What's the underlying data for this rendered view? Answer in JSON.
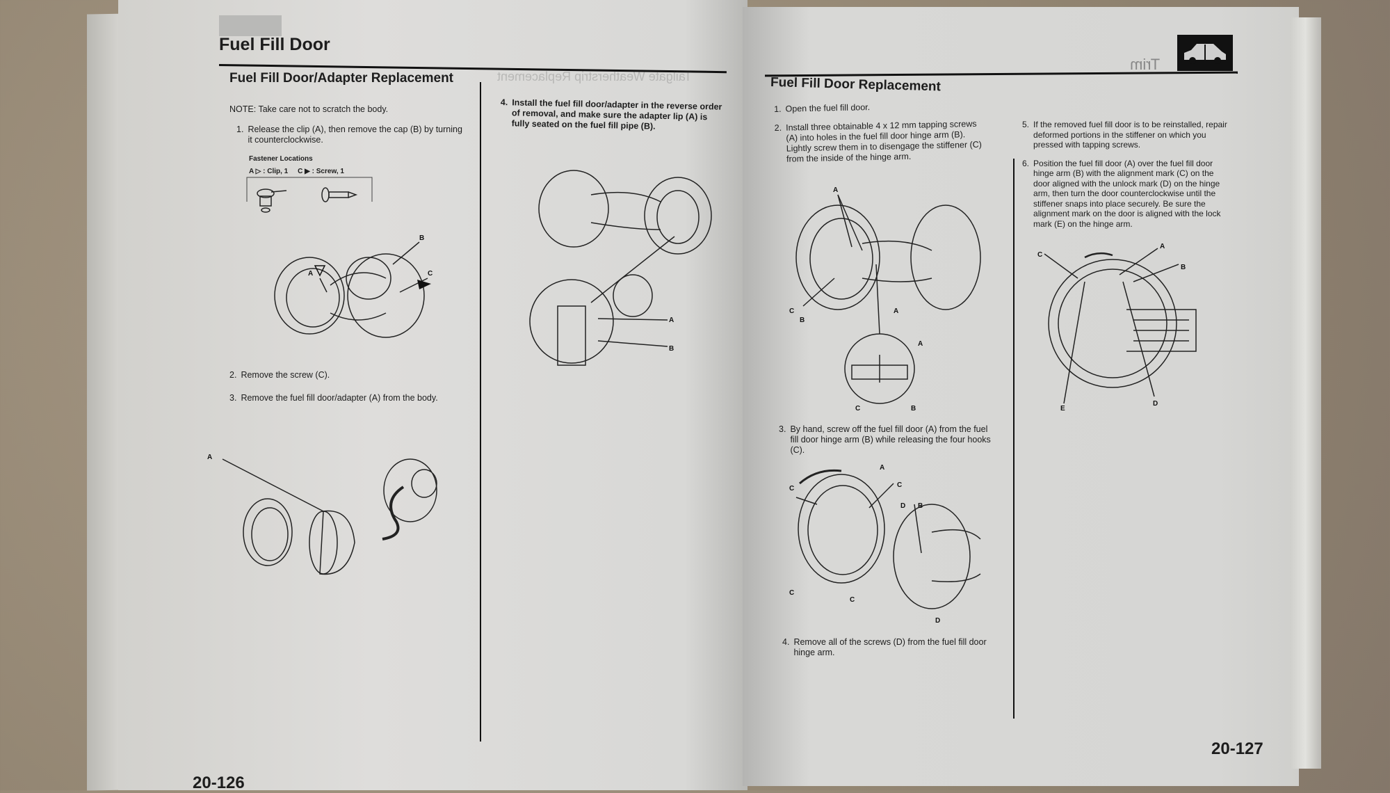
{
  "left_page": {
    "header_title": "Fuel Fill Door",
    "section_title": "Fuel Fill Door/Adapter Replacement",
    "note": "NOTE: Take care not to scratch the body.",
    "steps": [
      {
        "num": "1.",
        "text": "Release the clip (A), then remove the cap (B) by turning it counterclockwise."
      },
      {
        "num": "2.",
        "text": "Remove the screw (C)."
      },
      {
        "num": "3.",
        "text": "Remove the fuel fill door/adapter (A) from the body."
      },
      {
        "num": "4.",
        "text": "Install the fuel fill door/adapter in the reverse order of removal, and make sure the adapter lip (A) is fully seated on the fuel fill pipe (B)."
      }
    ],
    "fastener": {
      "title": "Fastener Locations",
      "a_label": "A",
      "a_text": ": Clip, 1",
      "c_label": "C",
      "c_text": ": Screw, 1"
    },
    "diagram1_labels": [
      "A",
      "B",
      "C"
    ],
    "diagram2_labels": [
      "A"
    ],
    "diagram3_labels": [
      "A",
      "B"
    ],
    "bleed_through": "Tailgate Weatherstrip Replacement",
    "page_number": "20-126"
  },
  "right_page": {
    "section_title": "Fuel Fill Door Replacement",
    "tab_label": "Trim",
    "steps_left": [
      {
        "num": "1.",
        "text": "Open the fuel fill door."
      },
      {
        "num": "2.",
        "text": "Install three obtainable 4 x 12 mm tapping screws (A) into holes in the fuel fill door hinge arm (B). Lightly screw them in to disengage the stiffener (C) from the inside of the hinge arm."
      },
      {
        "num": "3.",
        "text": "By hand, screw off the fuel fill door (A) from the fuel fill door hinge arm (B) while releasing the four hooks (C)."
      },
      {
        "num": "4.",
        "text": "Remove all of the screws (D) from the fuel fill door hinge arm."
      }
    ],
    "steps_right": [
      {
        "num": "5.",
        "text": "If the removed fuel fill door is to be reinstalled, repair deformed portions in the stiffener on which you pressed with tapping screws."
      },
      {
        "num": "6.",
        "text": "Position the fuel fill door (A) over the fuel fill door hinge arm (B) with the alignment mark (C) on the door aligned with the unlock mark (D) on the hinge arm, then turn the door counterclockwise until the stiffener snaps into place securely. Be sure the alignment mark on the door is aligned with the lock mark (E) on the hinge arm."
      }
    ],
    "diagram1_labels": [
      "A",
      "B",
      "C",
      "A",
      "A",
      "C",
      "B"
    ],
    "diagram2_labels": [
      "A",
      "C",
      "C",
      "D",
      "B",
      "C",
      "C",
      "D"
    ],
    "diagram3_labels": [
      "A",
      "B",
      "C",
      "E",
      "D"
    ],
    "page_number": "20-127"
  }
}
